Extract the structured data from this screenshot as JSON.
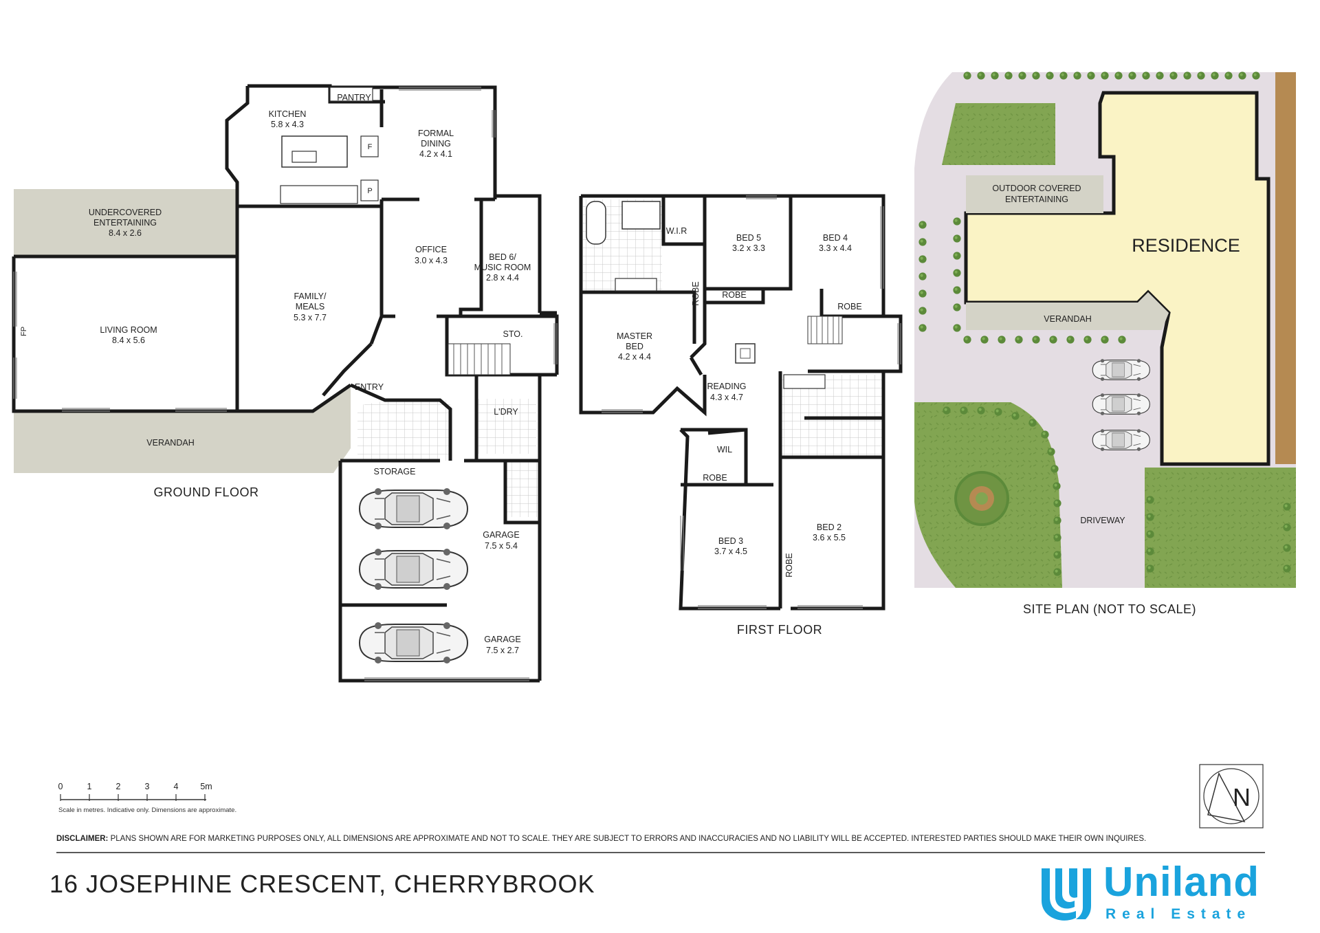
{
  "colors": {
    "wall": "#1a1a1a",
    "outdoor_grey": "#d4d3c7",
    "residence_fill": "#faf3c5",
    "site_ground": "#e4dde3",
    "lawn": "#82a552",
    "garden_bed": "#b58a52",
    "brand_blue": "#1aa3dd"
  },
  "ground_floor": {
    "label": "GROUND FLOOR",
    "rooms": [
      {
        "name": "KITCHEN",
        "dims": "5.8 x 4.3"
      },
      {
        "name": "PANTRY"
      },
      {
        "name": "FORMAL",
        "name2": "DINING",
        "dims": "4.2 x 4.1"
      },
      {
        "name": "UNDERCOVERED",
        "name2": "ENTERTAINING",
        "dims": "8.4 x 2.6"
      },
      {
        "name": "LIVING ROOM",
        "dims": "8.4 x 5.6"
      },
      {
        "name": "FAMILY/",
        "name2": "MEALS",
        "dims": "5.3 x 7.7"
      },
      {
        "name": "OFFICE",
        "dims": "3.0 x 4.3"
      },
      {
        "name": "BED 6/",
        "name2": "MUSIC ROOM",
        "dims": "2.8 x 4.4"
      },
      {
        "name": "STO."
      },
      {
        "name": "ENTRY"
      },
      {
        "name": "L'DRY"
      },
      {
        "name": "VERANDAH"
      },
      {
        "name": "STORAGE"
      },
      {
        "name": "GARAGE",
        "dims": "7.5 x 5.4"
      },
      {
        "name": "GARAGE",
        "dims": "7.5 x 2.7"
      }
    ],
    "fixtures": {
      "fireplace": "FP",
      "fridge": "F",
      "pantry_unit": "P"
    }
  },
  "first_floor": {
    "label": "FIRST FLOOR",
    "rooms": [
      {
        "name": "W.I.R"
      },
      {
        "name": "BED 5",
        "dims": "3.2 x 3.3"
      },
      {
        "name": "BED 4",
        "dims": "3.3 x 4.4"
      },
      {
        "name": "ROBE"
      },
      {
        "name": "ROBE"
      },
      {
        "name": "ROBE"
      },
      {
        "name": "MASTER",
        "name2": "BED",
        "dims": "4.2 x 4.4"
      },
      {
        "name": "READING",
        "dims": "4.3 x 4.7"
      },
      {
        "name": "WIL"
      },
      {
        "name": "ROBE"
      },
      {
        "name": "BED 3",
        "dims": "3.7 x 4.5"
      },
      {
        "name": "BED 2",
        "dims": "3.6 x 5.5"
      },
      {
        "name": "ROBE"
      }
    ]
  },
  "site_plan": {
    "label": "SITE PLAN (NOT TO SCALE)",
    "residence": "RESIDENCE",
    "outdoor": "OUTDOOR COVERED",
    "outdoor2": "ENTERTAINING",
    "verandah": "VERANDAH",
    "driveway": "DRIVEWAY"
  },
  "scale_bar": {
    "ticks": [
      "0",
      "1",
      "2",
      "3",
      "4",
      "5m"
    ],
    "note": "Scale in metres. Indicative only. Dimensions are approximate."
  },
  "compass": {
    "letter": "N"
  },
  "disclaimer": {
    "label": "DISCLAIMER:",
    "text": "PLANS SHOWN ARE FOR MARKETING PURPOSES ONLY, ALL DIMENSIONS ARE APPROXIMATE AND NOT TO SCALE. THEY ARE SUBJECT TO ERRORS AND INACCURACIES AND NO LIABILITY WILL BE ACCEPTED. INTERESTED PARTIES SHOULD MAKE THEIR OWN INQUIRES."
  },
  "address": "16 JOSEPHINE CRESCENT, CHERRYBROOK",
  "brand": {
    "name": "Uniland",
    "sub": "Real Estate"
  }
}
